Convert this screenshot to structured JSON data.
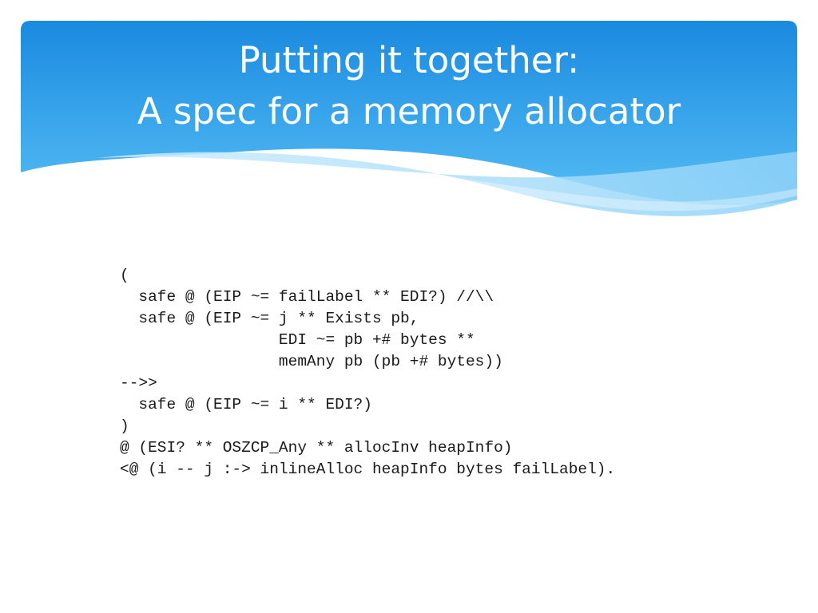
{
  "slide": {
    "title_line1": "Putting it together:",
    "title_line2": "A spec for a memory allocator",
    "code_lines": [
      "(",
      "  safe @ (EIP ~= failLabel ** EDI?) //\\\\",
      "  safe @ (EIP ~= j ** Exists pb,",
      "                 EDI ~= pb +# bytes **",
      "                 memAny pb (pb +# bytes))",
      "-->>",
      "  safe @ (EIP ~= i ** EDI?)",
      ")",
      "@ (ESI? ** OSZCP_Any ** allocInv heapInfo)",
      "<@ (i -- j :-> inlineAlloc heapInfo bytes failLabel)."
    ]
  },
  "colors": {
    "header_top": "#1f8fe0",
    "header_bottom": "#5bc0f5",
    "wave_light": "#a8dcfb",
    "title_text": "#ffffff",
    "code_text": "#1a1a1a"
  }
}
